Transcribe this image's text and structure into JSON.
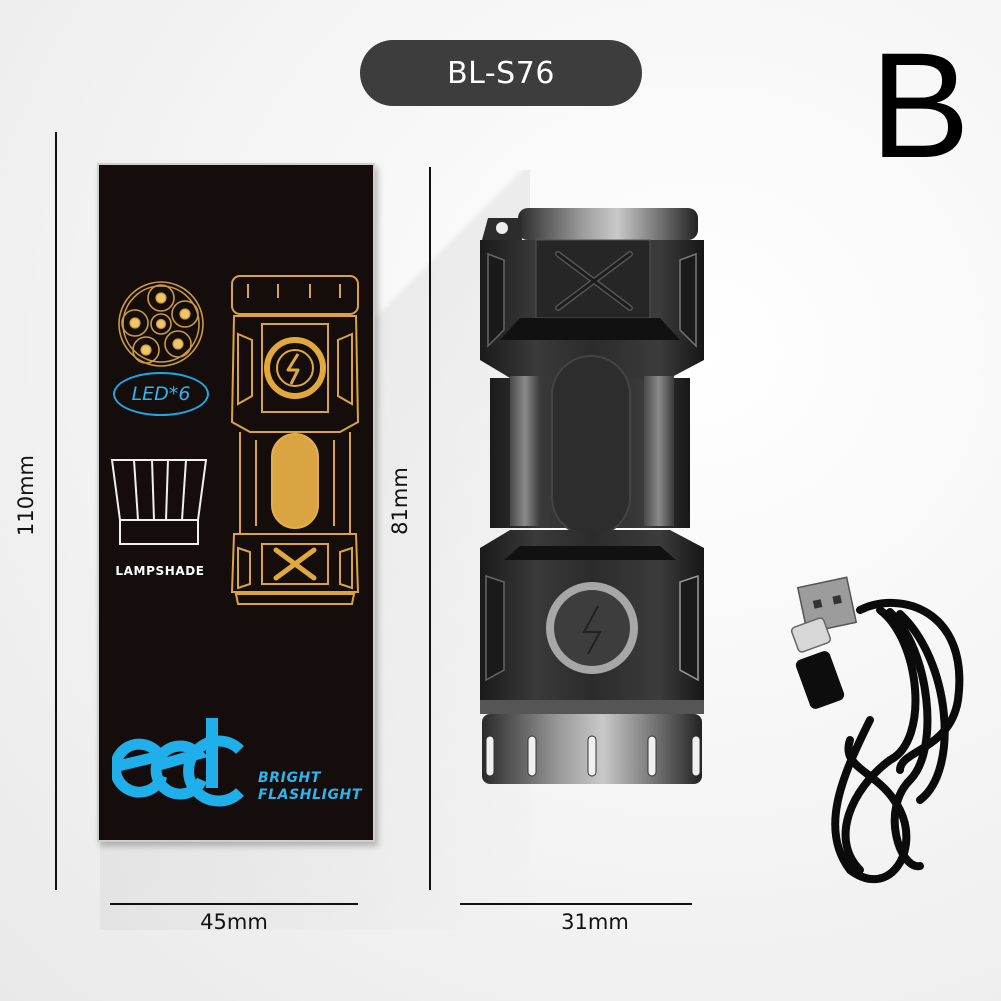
{
  "product": {
    "model": "BL-S76",
    "variant": "B"
  },
  "dimensions": {
    "box_height": "110mm",
    "box_width": "45mm",
    "flashlight_height": "81mm",
    "flashlight_width": "31mm"
  },
  "box": {
    "led_badge": "LED*6",
    "lampshade_label": "LAMPSHADE",
    "brand_logo": "edc",
    "brand_line1": "BRIGHT",
    "brand_line2": "FLASHLIGHT",
    "colors": {
      "background": "#150d0b",
      "gold": "#d9a441",
      "cyan": "#2ab6f0"
    }
  },
  "accessories": {
    "cable": "usb-cable-icon"
  },
  "colors": {
    "pill": "#3d3d3d",
    "flashlight_body": "#2a2a2a"
  }
}
